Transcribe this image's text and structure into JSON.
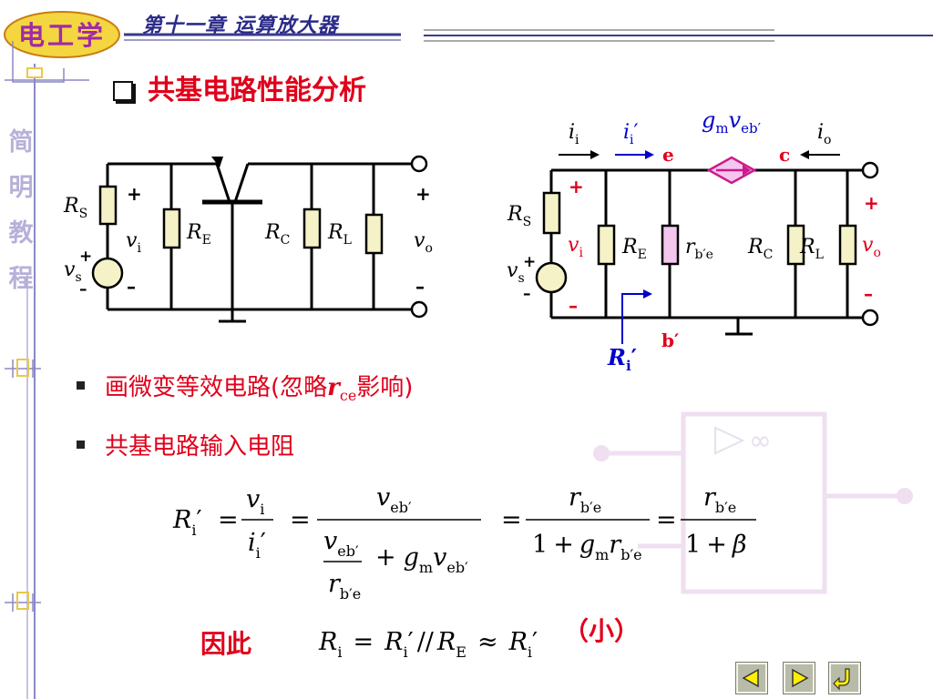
{
  "header": {
    "logo_text": "电工学",
    "chapter": "第十一章 运算放大器"
  },
  "sidebar": {
    "title_chars": [
      "简",
      "明",
      "教",
      "程"
    ]
  },
  "section": {
    "title": "共基电路性能分析"
  },
  "circuit_left": {
    "labels": {
      "rs": "R",
      "rs_sub": "S",
      "vi": "v",
      "vi_sub": "i",
      "vs": "v",
      "vs_sub": "s",
      "re": "R",
      "re_sub": "E",
      "rc": "R",
      "rc_sub": "C",
      "rl": "R",
      "rl_sub": "L",
      "vo": "v",
      "vo_sub": "o",
      "plus": "+",
      "minus": "–"
    }
  },
  "circuit_right": {
    "labels": {
      "ii": "i",
      "ii_sub": "i",
      "ii_prime": "i",
      "ii_prime_sub": "i",
      "prime": "′",
      "gm": "g",
      "gm_sub": "m",
      "gm_v": "v",
      "gm_v_sub": "eb′",
      "io": "i",
      "io_sub": "o",
      "node_e": "e",
      "node_c": "c",
      "node_b": "b′",
      "rs": "R",
      "rs_sub": "S",
      "vs": "v",
      "vs_sub": "s",
      "vi": "v",
      "vi_sub": "i",
      "re": "R",
      "re_sub": "E",
      "rbe": "r",
      "rbe_sub": "b′e",
      "rc": "R",
      "rc_sub": "C",
      "rl": "R",
      "rl_sub": "L",
      "vo": "v",
      "vo_sub": "o",
      "ri": "R",
      "ri_sub": "i",
      "plus": "+",
      "minus": "–"
    }
  },
  "bullets": [
    {
      "text_before": "画微变等效电路(忽略",
      "var": "r",
      "sub": "ce",
      "text_after": "影响)"
    },
    {
      "text": "共基电路输入电阻"
    }
  ],
  "equation": {
    "lhs": "R",
    "lhs_sub": "i",
    "prime": "′",
    "eq": "=",
    "f1_num": "v",
    "f1_num_sub": "i",
    "f1_den": "i",
    "f1_den_sub": "i",
    "f2_num": "v",
    "f2_num_sub": "eb′",
    "f2_den_a": "v",
    "f2_den_a_sub": "eb′",
    "f2_den_b": "r",
    "f2_den_b_sub": "b′e",
    "plus": "+",
    "f2_den_g": "g",
    "f2_den_g_sub": "m",
    "f2_den_v": "v",
    "f2_den_v_sub": "eb′",
    "f3_num": "r",
    "f3_num_sub": "b′e",
    "one": "1",
    "f3_den_g": "g",
    "f3_den_g_sub": "m",
    "f3_den_r": "r",
    "f3_den_r_sub": "b′e",
    "f4_num": "r",
    "f4_num_sub": "b′e",
    "beta": "β"
  },
  "conclusion": {
    "label": "因此",
    "ri": "R",
    "ri_sub": "i",
    "eq": "=",
    "parallel": "//",
    "re": "R",
    "re_sub": "E",
    "approx": "≈",
    "note": "（小）"
  },
  "nav": {
    "prev_icon": "prev-arrow-icon",
    "next_icon": "next-arrow-icon",
    "return_icon": "return-arrow-icon"
  },
  "colors": {
    "red": "#e0001b",
    "blue": "#0000cc",
    "resistor_fill": "#f6f2c8",
    "resistor_pink": "#f4c6ee",
    "line": "#000000"
  }
}
